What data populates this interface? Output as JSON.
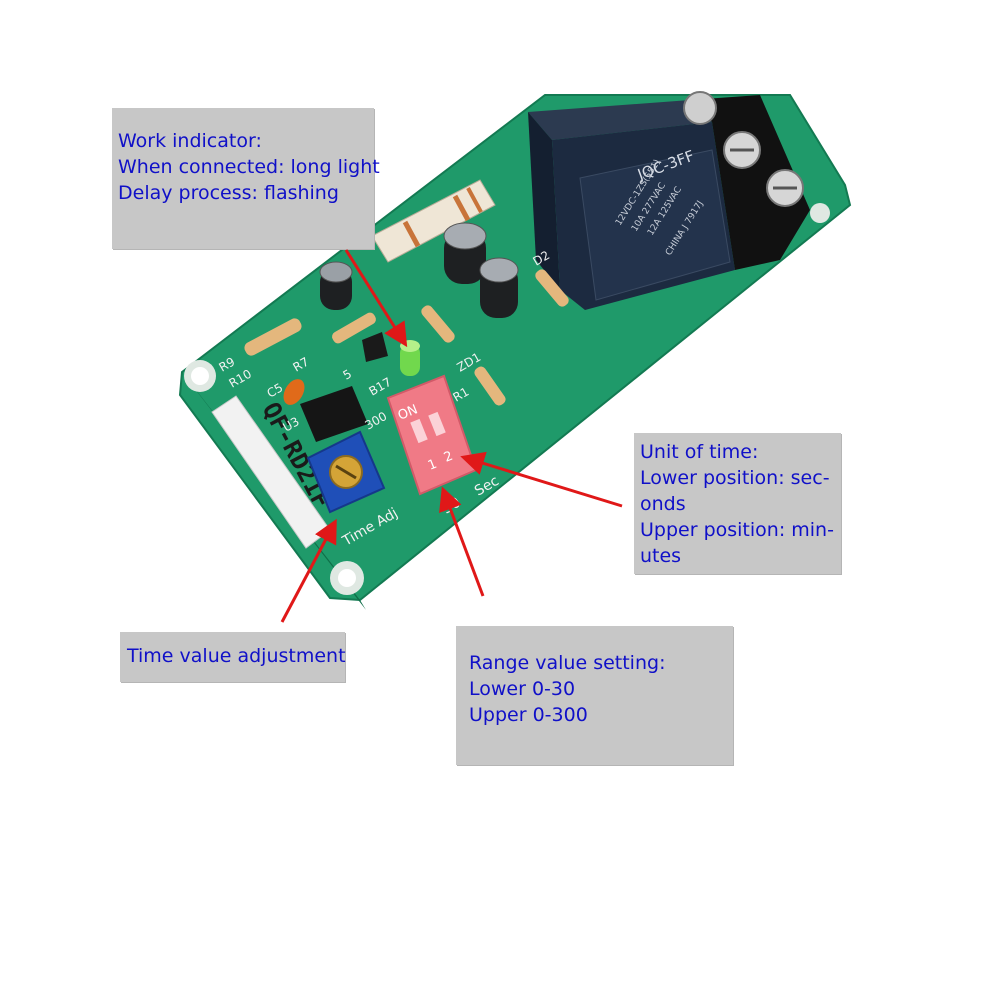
{
  "callouts": {
    "work_indicator": {
      "lines": [
        "Work indicator:",
        "When connected: long light",
        "Delay process: flashing"
      ]
    },
    "unit_of_time": {
      "lines": [
        "Unit of time:",
        "Lower position: sec-",
        "onds",
        "Upper position: min-",
        "utes"
      ]
    },
    "time_value": {
      "lines": [
        "Time value adjustment"
      ]
    },
    "range_value": {
      "lines": [
        "Range value setting:",
        "Lower 0-30",
        "Upper 0-300"
      ]
    }
  },
  "board": {
    "model_text": "QF-RD21F",
    "time_adj_label": "Time Adj",
    "range_label": "30",
    "sec_label": "Sec",
    "range_upper_label": "300",
    "dip_on_label": "ON",
    "dip_switch_1": "1",
    "dip_switch_2": "2",
    "relay_brand": "JQC-3FF",
    "relay_lines": [
      "12VDC-1ZS(551)",
      "10A 277VAC",
      "12A 125VAC",
      "CHINA  J  7917J"
    ],
    "silkscreen": [
      "R9",
      "R10",
      "C5",
      "R7",
      "U3",
      "B17",
      "ZD1",
      "D2",
      "R1",
      "5"
    ]
  },
  "colors": {
    "pcb": "#1f9a6a",
    "relay": "#1c2a40",
    "callout_bg": "#c7c7c7",
    "callout_text": "#1010c8",
    "arrow": "#e01818",
    "dip_switch": "#f07a86",
    "potentiometer": "#1f4fb8",
    "led": "#7adf4a"
  }
}
